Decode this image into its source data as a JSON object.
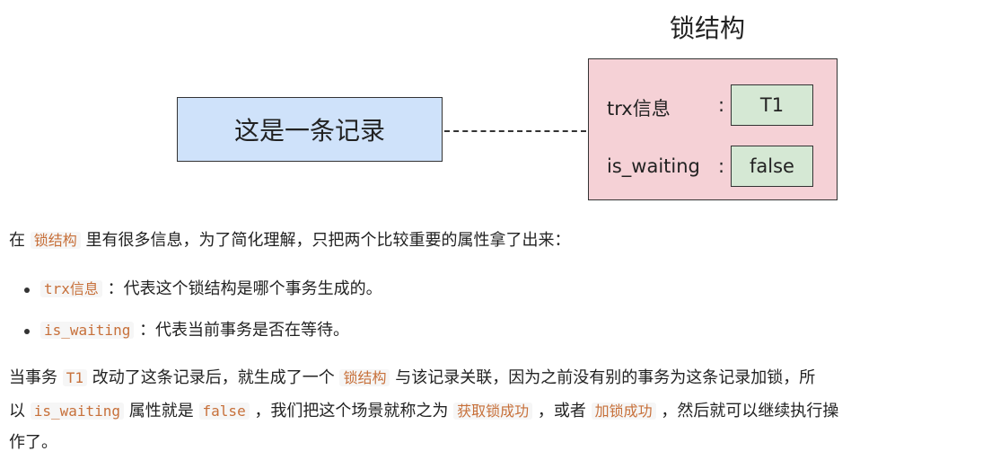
{
  "diagram": {
    "title": "锁结构",
    "record_label": "这是一条记录",
    "fields": [
      {
        "label": "trx信息",
        "colon": ":",
        "value": "T1"
      },
      {
        "label": "is_waiting",
        "colon": ":",
        "value": "false"
      }
    ]
  },
  "paragraph1": {
    "pre": "在",
    "code": "锁结构",
    "post": "里有很多信息，为了简化理解，只把两个比较重要的属性拿了出来："
  },
  "bullets": [
    {
      "code": "trx信息",
      "text": "：代表这个锁结构是哪个事务生成的。"
    },
    {
      "code": "is_waiting",
      "text": "：代表当前事务是否在等待。"
    }
  ],
  "paragraph2": {
    "l1_a": "当事务",
    "l1_code1": "T1",
    "l1_b": "改动了这条记录后，就生成了一个",
    "l1_code2": "锁结构",
    "l1_c": "与该记录关联，因为之前没有别的事务为这条记录加锁，所",
    "l2_a": "以",
    "l2_code1": "is_waiting",
    "l2_b": "属性就是",
    "l2_code2": "false",
    "l2_c": "，我们把这个场景就称之为",
    "l2_code3": "获取锁成功",
    "l2_d": "，或者",
    "l2_code4": "加锁成功",
    "l2_e": "，然后就可以继续执行操",
    "l3": "作了。"
  }
}
